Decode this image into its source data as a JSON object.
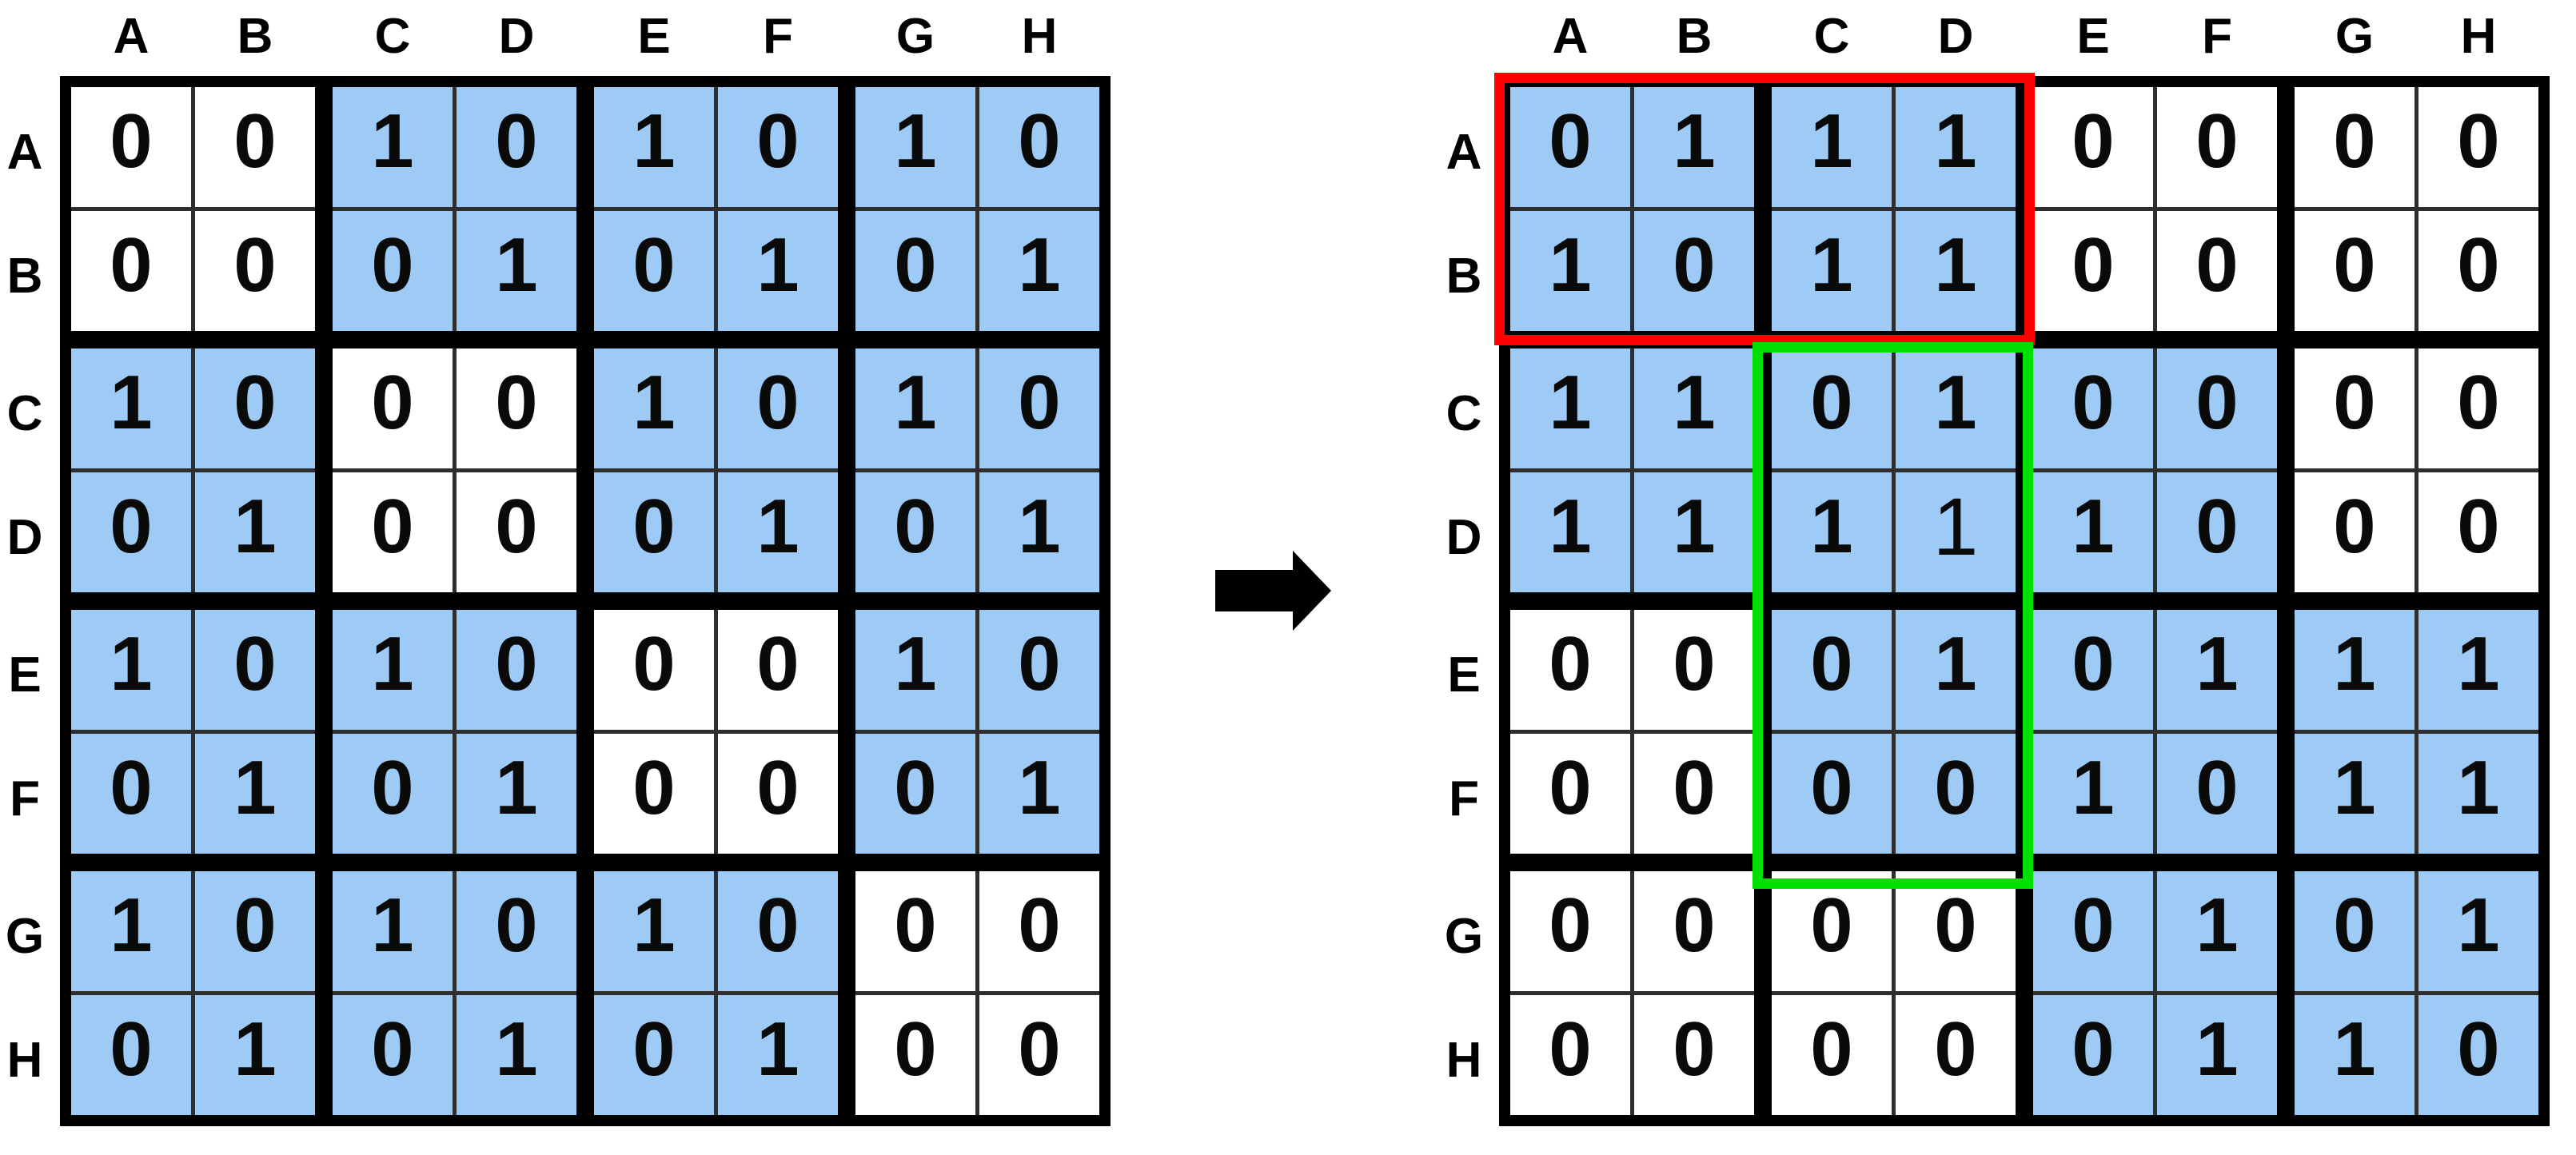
{
  "colors": {
    "cell_blue": "#9DCBF5",
    "cell_white": "#FFFFFF",
    "inner_line": "#2E2E2E",
    "grid_border": "#000000",
    "highlight_red": "#FF0000",
    "highlight_green": "#00E000",
    "arrow_black": "#000000"
  },
  "left_grid": {
    "col_headers": [
      "A",
      "B",
      "C",
      "D",
      "E",
      "F",
      "G",
      "H"
    ],
    "row_headers": [
      "A",
      "B",
      "C",
      "D",
      "E",
      "F",
      "G",
      "H"
    ],
    "values": [
      [
        0,
        0,
        1,
        0,
        1,
        0,
        1,
        0
      ],
      [
        0,
        0,
        0,
        1,
        0,
        1,
        0,
        1
      ],
      [
        1,
        0,
        0,
        0,
        1,
        0,
        1,
        0
      ],
      [
        0,
        1,
        0,
        0,
        0,
        1,
        0,
        1
      ],
      [
        1,
        0,
        1,
        0,
        0,
        0,
        1,
        0
      ],
      [
        0,
        1,
        0,
        1,
        0,
        0,
        0,
        1
      ],
      [
        1,
        0,
        1,
        0,
        1,
        0,
        0,
        0
      ],
      [
        0,
        1,
        0,
        1,
        0,
        1,
        0,
        0
      ]
    ],
    "cell_colors": [
      "wwbbbbbb",
      "wwbbbbbb",
      "bbwwbbbb",
      "bbwwbbbb",
      "bbbbwwbb",
      "bbbbwwbb",
      "bbbbbbww",
      "bbbbbbww"
    ]
  },
  "right_grid": {
    "col_headers": [
      "A",
      "B",
      "C",
      "D",
      "E",
      "F",
      "G",
      "H"
    ],
    "row_headers": [
      "A",
      "B",
      "C",
      "D",
      "E",
      "F",
      "G",
      "H"
    ],
    "values": [
      [
        0,
        1,
        1,
        1,
        0,
        0,
        0,
        0
      ],
      [
        1,
        0,
        1,
        1,
        0,
        0,
        0,
        0
      ],
      [
        1,
        1,
        0,
        1,
        0,
        0,
        0,
        0
      ],
      [
        1,
        1,
        1,
        1,
        1,
        0,
        0,
        0
      ],
      [
        0,
        0,
        0,
        1,
        0,
        1,
        1,
        1
      ],
      [
        0,
        0,
        0,
        0,
        1,
        0,
        1,
        1
      ],
      [
        0,
        0,
        0,
        0,
        0,
        1,
        0,
        1
      ],
      [
        0,
        0,
        0,
        0,
        0,
        1,
        1,
        0
      ]
    ],
    "cell_colors": [
      "bbbbwwww",
      "bbbbwwww",
      "bbbbbbww",
      "bbbbbbww",
      "wwbbbbbb",
      "wwbbbbbb",
      "wwwwbbbb",
      "wwwwbbbb"
    ],
    "alt_style_cell": {
      "row": "D",
      "col": "D"
    },
    "red_box": {
      "rows": "A-B",
      "cols": "A-D"
    },
    "green_box": {
      "rows": "C-F",
      "cols": "C-D"
    }
  },
  "arrow": {
    "direction": "right"
  }
}
